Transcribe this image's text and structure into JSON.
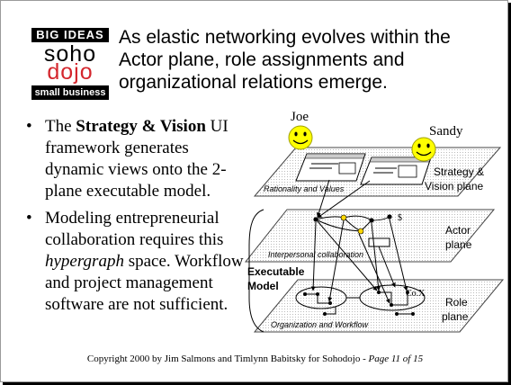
{
  "logo": {
    "line1": "BIG IDEAS",
    "line2a": "soho",
    "line2b": "dojo",
    "line3": "small business"
  },
  "title": "As elastic networking evolves within the Actor plane, role assignments and organizational relations emerge.",
  "bullets": [
    {
      "pre": "The ",
      "bold": "Strategy & Vision",
      "post": " UI framework generates dynamic views onto the 2-plane executable model."
    },
    {
      "pre": "Modeling entrepreneurial collaboration requires this ",
      "italic": "hypergraph",
      "post": " space. Workflow and project management software are not sufficient."
    }
  ],
  "diagram": {
    "joe": "Joe",
    "sandy": "Sandy",
    "strategy_plane_line1": "Strategy &",
    "strategy_plane_line2": "Vision plane",
    "actor_plane_line1": "Actor",
    "actor_plane_line2": "plane",
    "role_plane_line1": "Role",
    "role_plane_line2": "plane",
    "executable_line1": "Executable",
    "executable_line2": "Model",
    "rationality": "Rationality and Values",
    "interpersonal": "Interpersonal collaboration",
    "organization": "Organization and Workflow",
    "cox": "Co.X",
    "dollar": "$"
  },
  "footer": {
    "text": "Copyright 2000 by Jim Salmons and Timlynn Babitsky for Sohodojo - ",
    "page": "Page 11 of 15"
  }
}
